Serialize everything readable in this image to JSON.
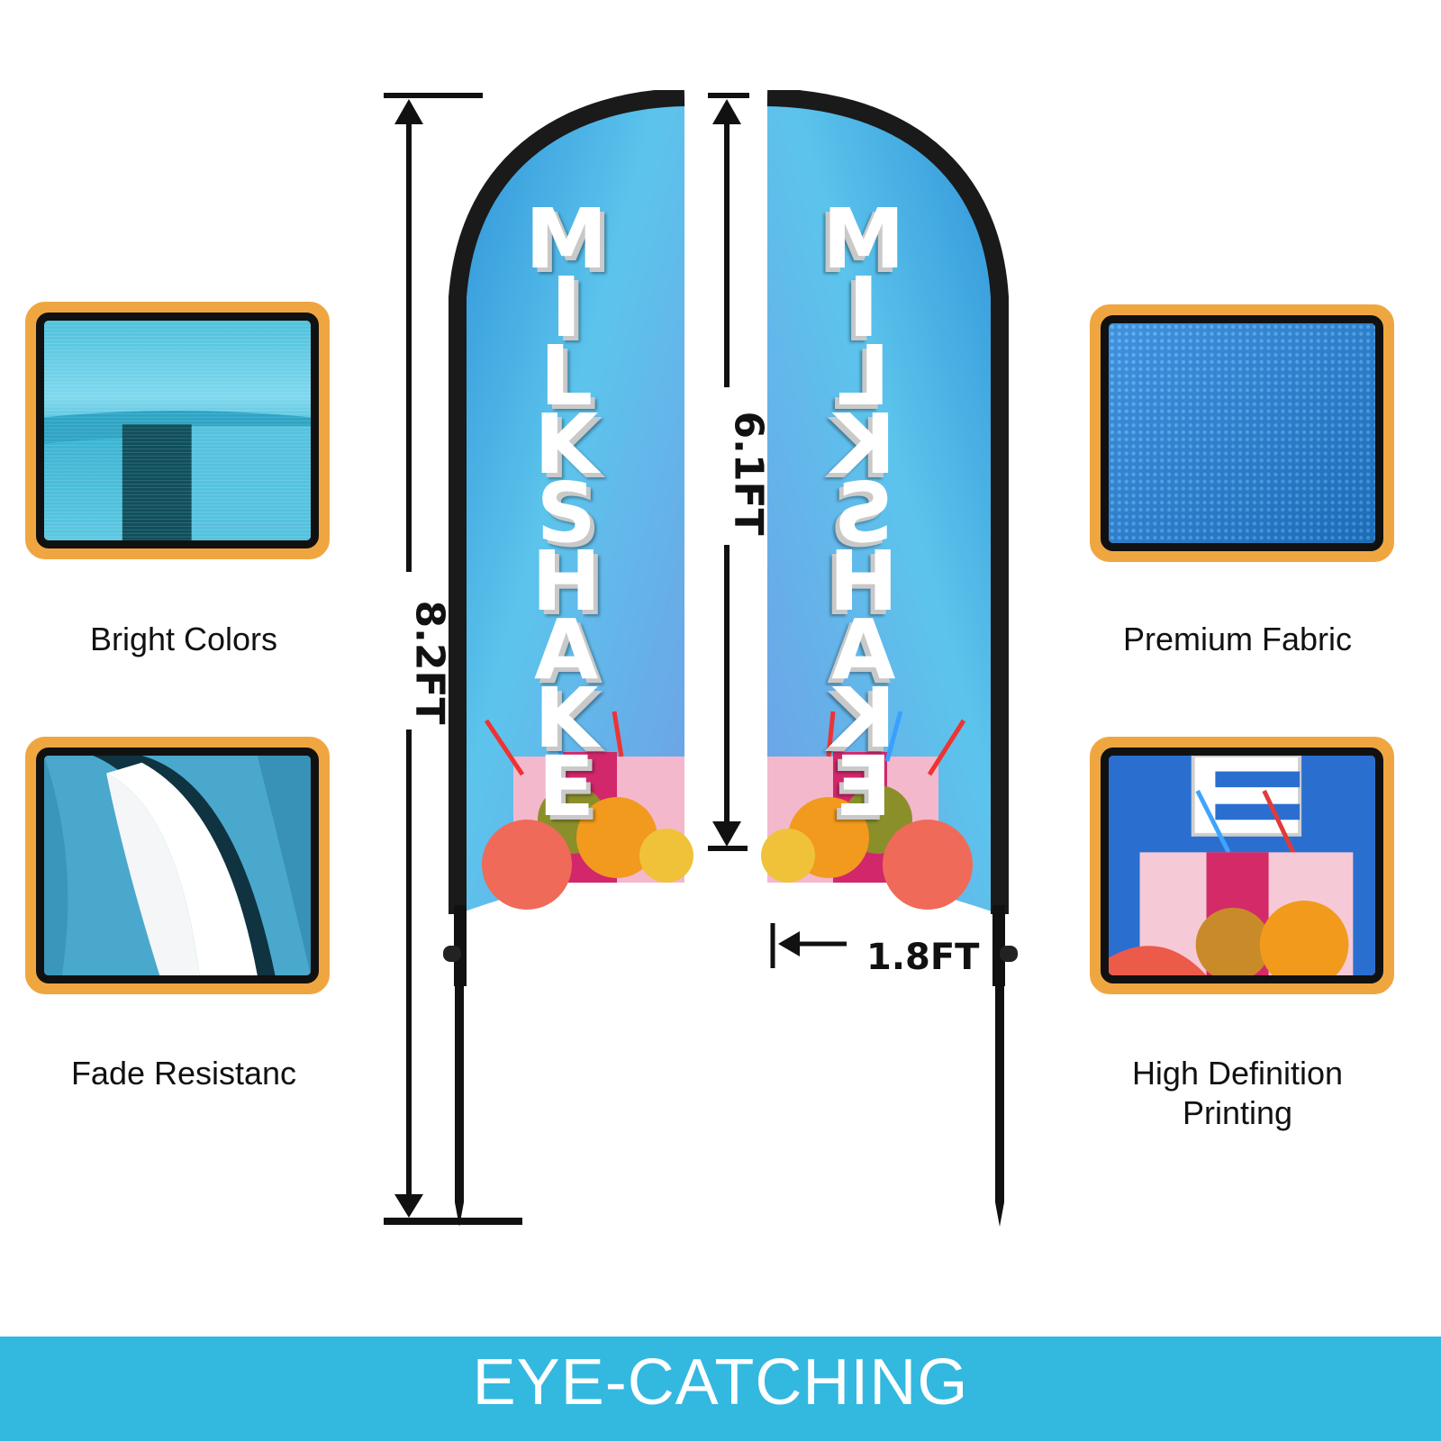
{
  "features": {
    "bright_colors": "Bright Colors",
    "fade_resistance": "Fade Resistanc",
    "premium_fabric": "Premium Fabric",
    "hd_printing_line1": "High Definition",
    "hd_printing_line2": "Printing"
  },
  "flag": {
    "word": "MILKSHAKE",
    "letters": [
      "M",
      "I",
      "L",
      "K",
      "S",
      "H",
      "A",
      "K",
      "E"
    ],
    "colors": {
      "sky_top": "#3aa7df",
      "sky_bottom": "#6aa0e0",
      "frame": "#1a1a1a"
    }
  },
  "dimensions": {
    "total_height": "8.2FT",
    "flag_height": "6.1FT",
    "flag_width": "1.8FT"
  },
  "banner": {
    "label": "EYE-CATCHING",
    "color": "#33b8e0"
  },
  "accent": {
    "card_border": "#f0a640"
  }
}
